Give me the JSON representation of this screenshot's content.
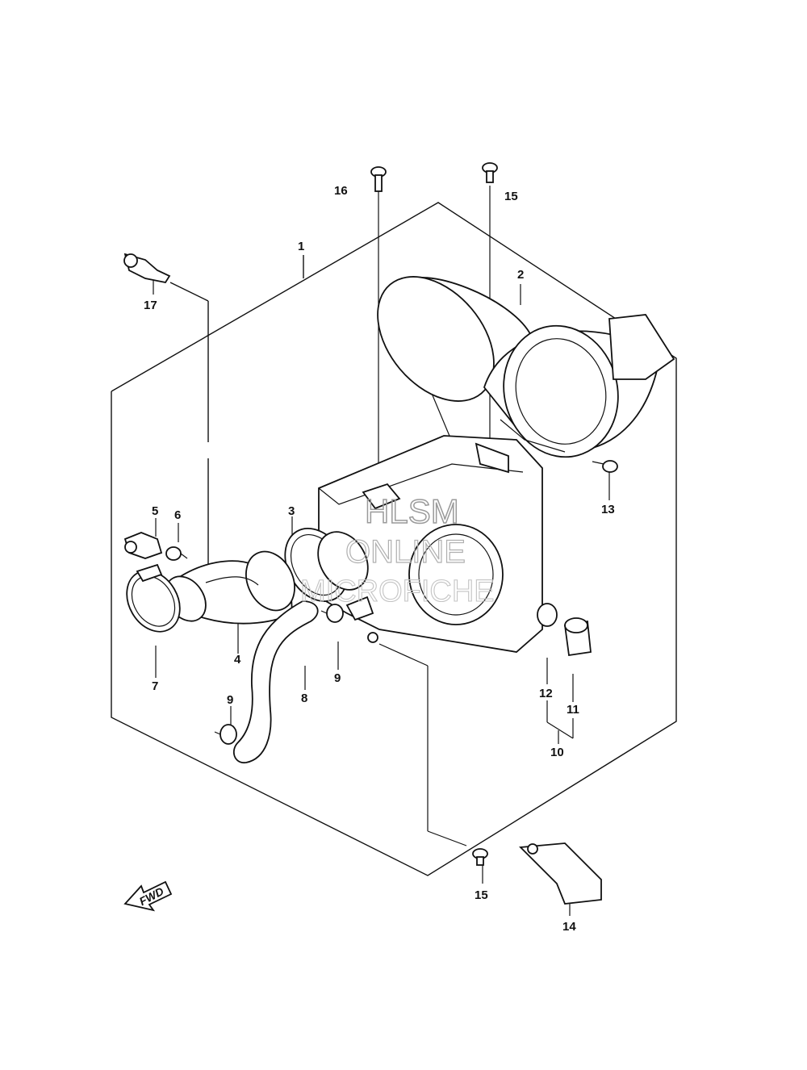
{
  "callouts": {
    "c1": "1",
    "c2": "2",
    "c3": "3",
    "c4": "4",
    "c5": "5",
    "c6": "6",
    "c7": "7",
    "c8": "8",
    "c9a": "9",
    "c9b": "9",
    "c10": "10",
    "c11": "11",
    "c12": "12",
    "c13": "13",
    "c14": "14",
    "c15a": "15",
    "c15b": "15",
    "c16": "16",
    "c17": "17"
  },
  "fwd_label": "FWD",
  "watermark": {
    "line1": "HLSM",
    "line2": "ONLINE",
    "line3": "MICROFICHE"
  }
}
